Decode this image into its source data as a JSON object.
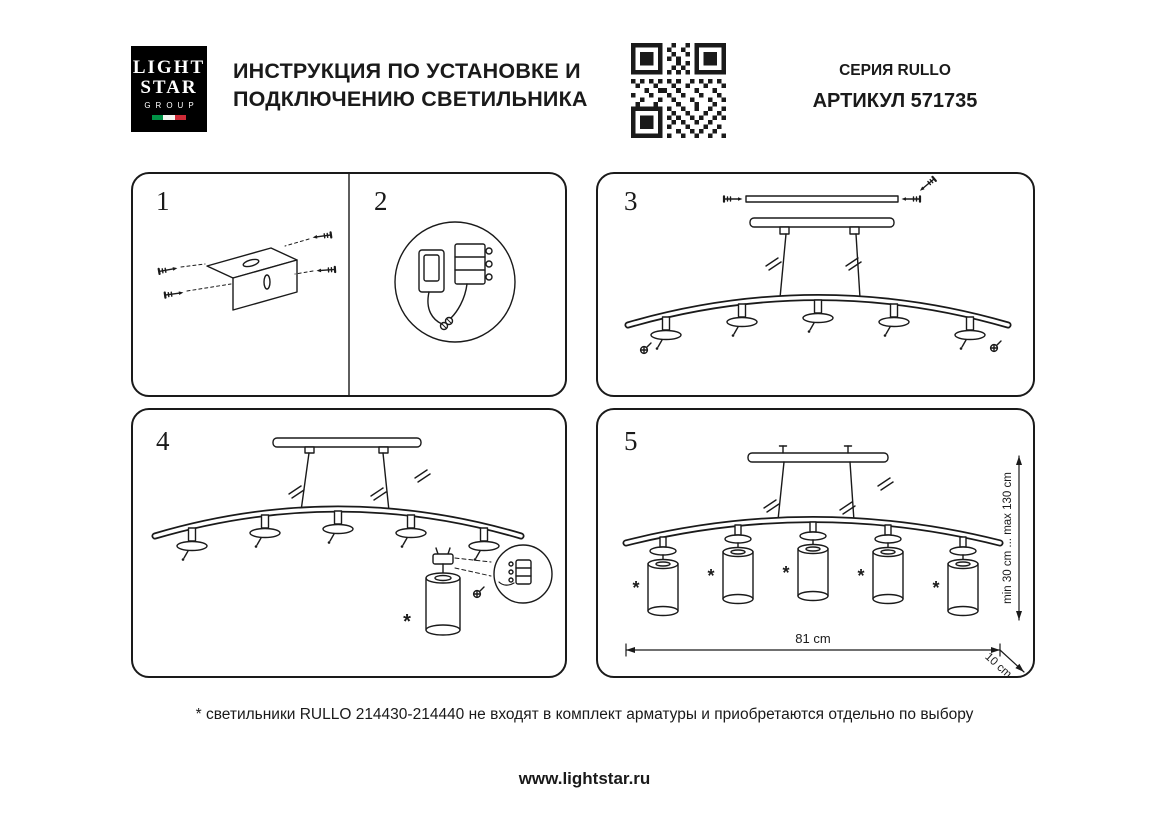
{
  "colors": {
    "ink": "#1a1a1a",
    "flag_green": "#009246",
    "flag_white": "#f4f5f0",
    "flag_red": "#ce2b37"
  },
  "header": {
    "logo": {
      "line1": "LIGHT",
      "line2": "STAR",
      "line3": "GROUP"
    },
    "title_line1": "ИНСТРУКЦИЯ ПО УСТАНОВКЕ И",
    "title_line2": "ПОДКЛЮЧЕНИЮ СВЕТИЛЬНИКА",
    "series": "СЕРИЯ RULLO",
    "article": "АРТИКУЛ 571735"
  },
  "steps": {
    "s1": "1",
    "s2": "2",
    "s3": "3",
    "s4": "4",
    "s5": "5"
  },
  "panel4": {
    "asterisk": "*"
  },
  "panel5": {
    "asterisk": "*",
    "dim_width": "81 cm",
    "dim_height": "min 30 cm ... max 130 cm",
    "dim_offset": "10 cm"
  },
  "footer": {
    "footnote": "* светильники RULLO 214430-214440 не входят в комплект арматуры и приобретаются отдельно по выбору",
    "website": "www.lightstar.ru"
  }
}
